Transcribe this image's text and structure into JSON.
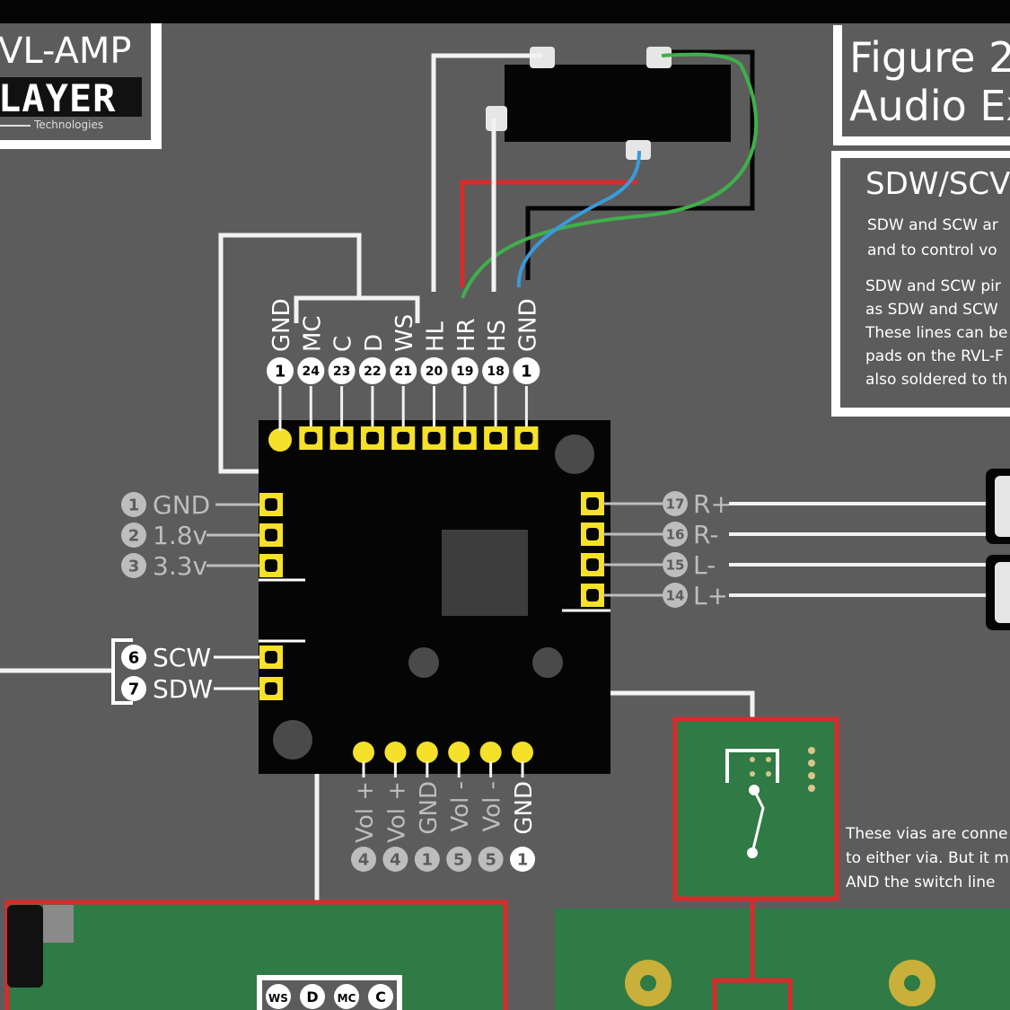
{
  "logo": {
    "product": "VL-AMP",
    "brand": "LAYER",
    "sub": "Technologies"
  },
  "figure": {
    "title_line1": "Figure 2",
    "title_line2": "Audio Ex"
  },
  "info_box": {
    "heading": "SDW/SCV",
    "lines": [
      "SDW and SCW ar",
      "and to control vo",
      "SDW and SCW pir",
      "as SDW and SCW",
      "These lines can be",
      "pads on the RVL-F",
      "also soldered to th"
    ]
  },
  "top_pins": [
    {
      "label": "GND",
      "num": "1"
    },
    {
      "label": "MC",
      "num": "24"
    },
    {
      "label": "C",
      "num": "23"
    },
    {
      "label": "D",
      "num": "22"
    },
    {
      "label": "WS",
      "num": "21"
    },
    {
      "label": "HL",
      "num": "20"
    },
    {
      "label": "HR",
      "num": "19"
    },
    {
      "label": "HS",
      "num": "18"
    },
    {
      "label": "GND",
      "num": "1"
    }
  ],
  "left_pins": [
    {
      "num": "1",
      "label": "GND"
    },
    {
      "num": "2",
      "label": "1.8v"
    },
    {
      "num": "3",
      "label": "3.3v"
    }
  ],
  "control_pins": [
    {
      "num": "6",
      "label": "SCW"
    },
    {
      "num": "7",
      "label": "SDW"
    }
  ],
  "right_pins": [
    {
      "num": "17",
      "label": "R+"
    },
    {
      "num": "16",
      "label": "R-"
    },
    {
      "num": "15",
      "label": "L-"
    },
    {
      "num": "14",
      "label": "L+"
    }
  ],
  "bottom_pins": [
    {
      "num": "4",
      "label": "Vol +"
    },
    {
      "num": "4",
      "label": "Vol +"
    },
    {
      "num": "1",
      "label": "GND"
    },
    {
      "num": "5",
      "label": "Vol -"
    },
    {
      "num": "5",
      "label": "Vol -"
    },
    {
      "num": "1",
      "label": "GND"
    }
  ],
  "note": {
    "lines": [
      "These vias are conne",
      "to either via. But it m",
      "AND the switch line"
    ]
  },
  "bottom_connector": [
    "WS",
    "D",
    "MC",
    "C"
  ],
  "colors": {
    "background": "#5c5c5c",
    "board": "#000000",
    "pad": "#f5e02a",
    "wire_white": "#f2f2f2",
    "wire_red": "#d92b2b",
    "wire_green": "#3fb04a",
    "wire_blue": "#3a9ad9",
    "pcb_green": "#2f7a45",
    "highlight_red": "#d92b2b",
    "label_gray": "#bdbdbd"
  }
}
